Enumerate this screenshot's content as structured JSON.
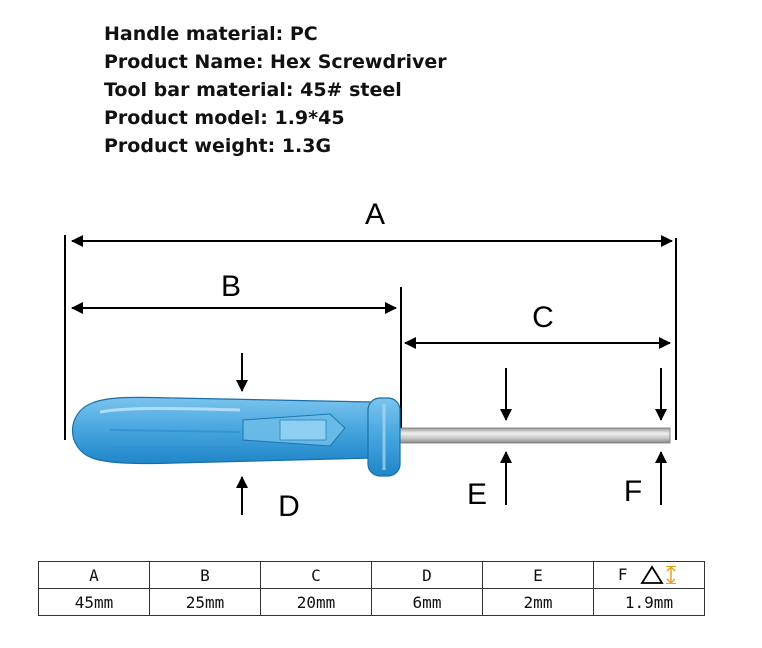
{
  "specs": [
    "Handle material: PC",
    "Product Name: Hex Screwdriver",
    "Tool bar material: 45# steel",
    "Product model: 1.9*45",
    "Product weight: 1.3G"
  ],
  "labels": {
    "A": "A",
    "B": "B",
    "C": "C",
    "D": "D",
    "E": "E",
    "F": "F"
  },
  "table": {
    "headers": [
      "A",
      "B",
      "C",
      "D",
      "E",
      "F"
    ],
    "values": [
      "45mm",
      "25mm",
      "20mm",
      "6mm",
      "2mm",
      "1.9mm"
    ]
  },
  "colors": {
    "handle": "#4aa8e0",
    "handle_dark": "#1e7fc4",
    "shaft": "#c8c8c8",
    "line": "#000000",
    "icon_accent": "#e8a020"
  },
  "icons": {
    "warning": "warning-triangle-icon",
    "resize": "vertical-resize-icon"
  }
}
